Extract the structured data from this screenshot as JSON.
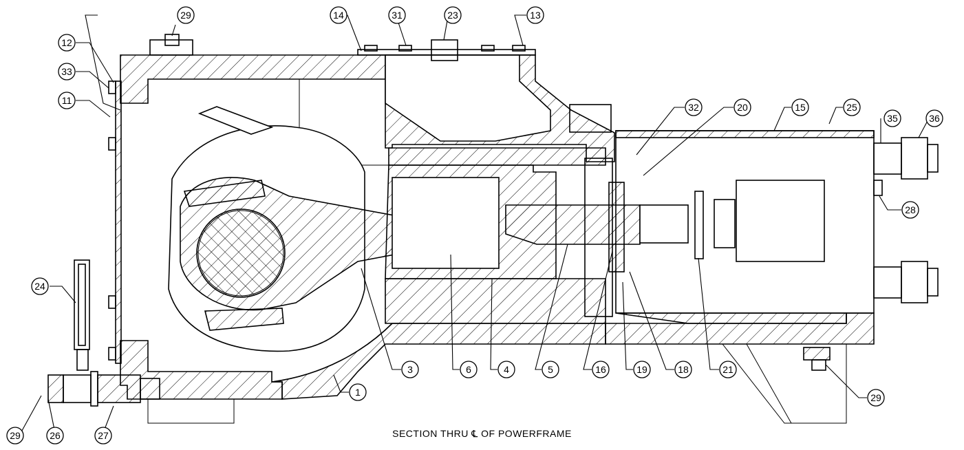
{
  "caption": {
    "prefix": "SECTION THRU",
    "centerline_symbol": "℄",
    "suffix": "OF POWERFRAME"
  },
  "callouts": [
    "29",
    "14",
    "31",
    "23",
    "13",
    "12",
    "33",
    "11",
    "32",
    "20",
    "15",
    "25",
    "35",
    "36",
    "28",
    "24",
    "3",
    "6",
    "4",
    "5",
    "16",
    "19",
    "18",
    "21",
    "1",
    "29",
    "26",
    "27",
    "29"
  ]
}
